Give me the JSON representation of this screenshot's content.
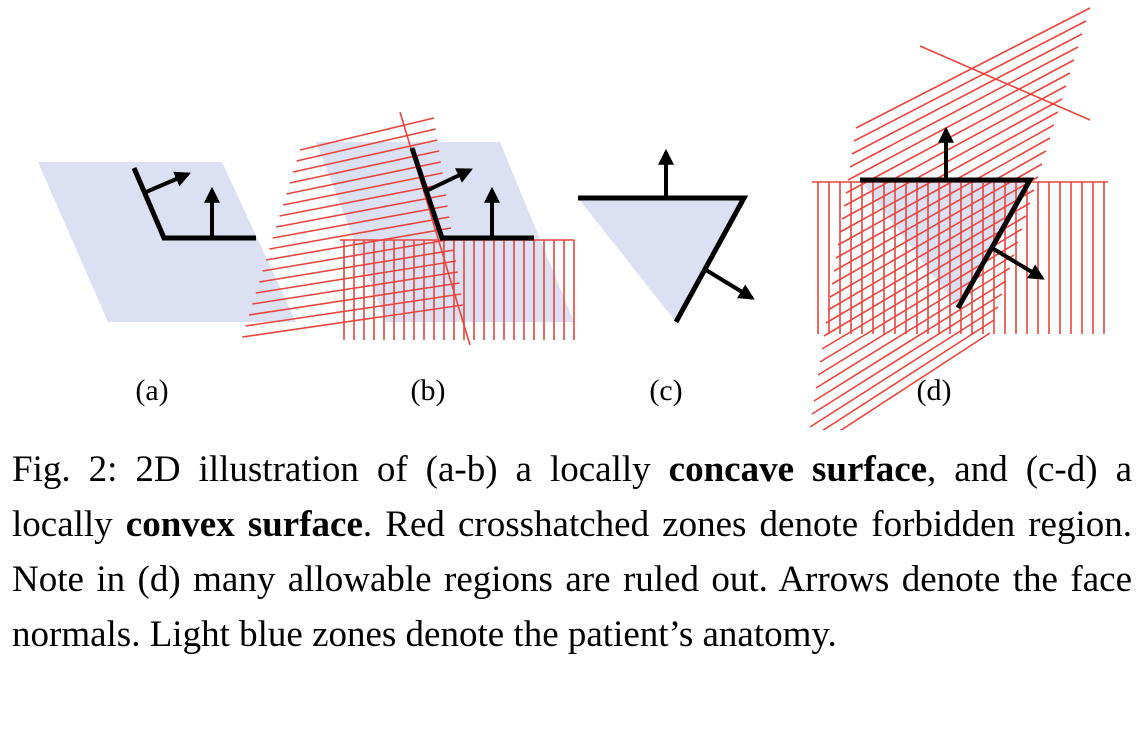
{
  "figure": {
    "panels": [
      {
        "id": "a",
        "label": "(a)",
        "surface": "concave",
        "hatched_zones": 0
      },
      {
        "id": "b",
        "label": "(b)",
        "surface": "concave",
        "hatched_zones": 2
      },
      {
        "id": "c",
        "label": "(c)",
        "surface": "convex",
        "hatched_zones": 0
      },
      {
        "id": "d",
        "label": "(d)",
        "surface": "convex",
        "hatched_zones": 2
      }
    ],
    "colors": {
      "anatomy_fill": "#dbe1f2",
      "forbidden_hatch": "#e8453c",
      "surface_edge": "#000000",
      "normal_arrow": "#000000"
    }
  },
  "caption": {
    "fig_prefix": "Fig. 2:",
    "t1": " 2D illustration of (a-b) a locally ",
    "b1": "concave surface",
    "t2": ", and (c-d) a locally ",
    "b2": "convex surface",
    "t3": ". Red crosshatched zones denote forbidden region. Note in (d) many allowable regions are ruled out. Arrows denote the face normals. Light blue zones denote the patient’s anatomy."
  }
}
